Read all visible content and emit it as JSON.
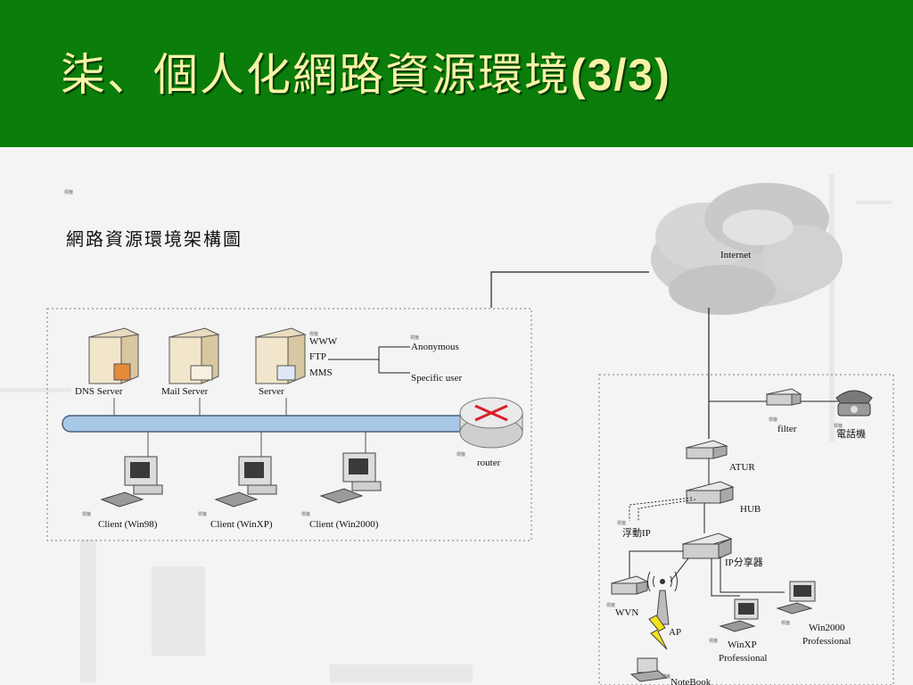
{
  "header": {
    "title": "柒、個人化網路資源環境",
    "title_suffix": "(3/3)"
  },
  "diagram": {
    "heading": "網路資源環境架構圖",
    "placeholder_tag": "標籤",
    "internet": "Internet",
    "servers": [
      "DNS Server",
      "Mail Server",
      "Server"
    ],
    "services": [
      "WWW",
      "FTP",
      "MMS"
    ],
    "access": [
      "Anonymous",
      "Specific user"
    ],
    "router": "router",
    "clients": [
      "Client (Win98)",
      "Client (WinXP)",
      "Client (Win2000)"
    ],
    "home": {
      "filter": "filter",
      "phone": "電話機",
      "atur": "ATUR",
      "hub": "HUB",
      "floating_ip": "浮動IP",
      "ip_sharer": "IP分享器",
      "wvn": "WVN",
      "ap": "AP",
      "notebook": "NoteBook",
      "winxp": "WinXP",
      "winxp_sub": "Professional",
      "win2000": "Win2000",
      "win2000_sub": "Professional"
    }
  },
  "colors": {
    "header_green": "#0a7d0a",
    "title_yellow": "#f7f3a6",
    "bus_blue": "#a8c8e8",
    "router_red": "#d8202a"
  }
}
